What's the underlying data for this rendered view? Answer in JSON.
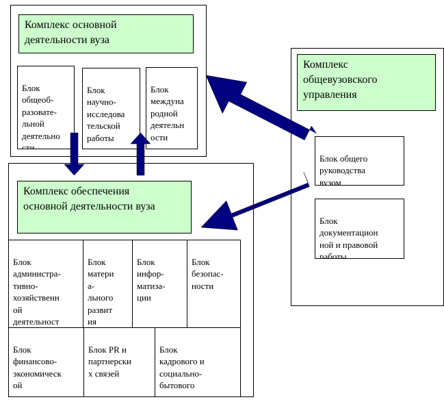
{
  "main_complex": {
    "title": "Комплекс основной\nдеятельности вуза",
    "blocks": [
      "Блок\nобщеоб-\nразовате-\nльной\nдеятельно\nсти",
      "Блок\nнаучно-\nисследова\nтельской\nработы",
      "Блок\nмеждуна\nродной\nдеятельн\nости"
    ]
  },
  "management_complex": {
    "title": "Комплекс\nобщевузовского\nуправления",
    "blocks": [
      "Блок общего\nруководства\nвузом",
      "Блок\nдокументацион\nной и правовой\nработы"
    ]
  },
  "support_complex": {
    "title": "Комплекс обеспечения\nосновной деятельности вуза",
    "blocks_row1": [
      "Блок\nадминистра-\nтивно-\nхозяйственн\nой\nдеятельност\nи",
      "Блок\nматери\nа-\nльного\nразвит\nия",
      "Блок\nинфор-\nматиза-\nции",
      "Блок\nбезопас-\nности"
    ],
    "blocks_row2": [
      "Блок\nфинансово-\nэкономическ\nой\nдеятельност\nи",
      "Блок PR и\nпартнерски\nх связей",
      "Блок\nкадрового и\nсоциально-\nбытового\nразвития"
    ]
  },
  "colors": {
    "title_fill": "#ccffcc",
    "arrow_fill": "#000080"
  }
}
